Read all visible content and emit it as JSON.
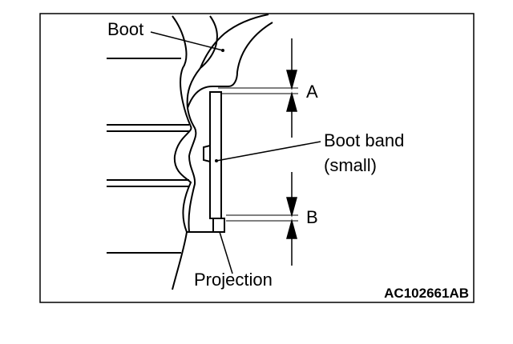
{
  "diagram": {
    "labels": {
      "boot": "Boot",
      "dimension_a": "A",
      "boot_band_line1": "Boot band",
      "boot_band_line2": "(small)",
      "dimension_b": "B",
      "projection": "Projection"
    },
    "figure_code": "AC102661AB"
  }
}
